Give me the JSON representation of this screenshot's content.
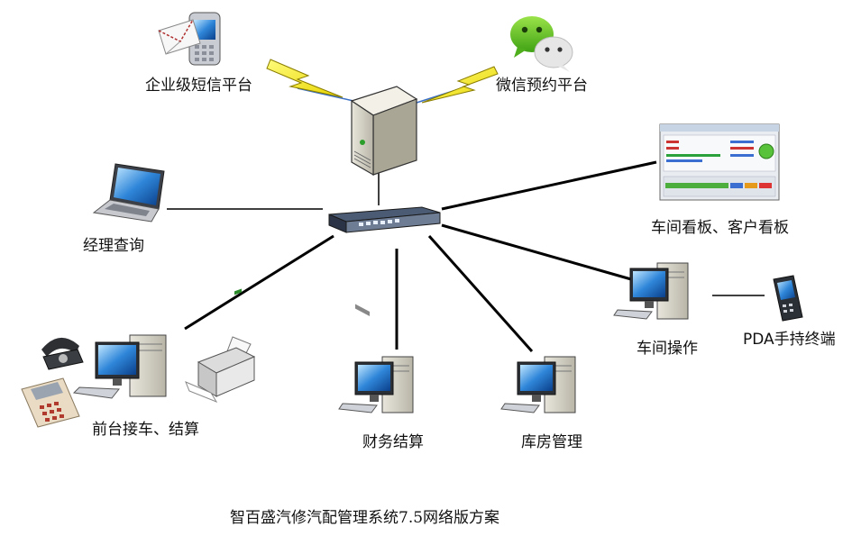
{
  "nodes": {
    "sms": "企业级短信平台",
    "wechat": "微信预约平台",
    "manager": "经理查询",
    "board": "车间看板、客户看板",
    "workshop": "车间操作",
    "pda": "PDA手持终端",
    "front": "前台接车、结算",
    "finance": "财务结算",
    "warehouse": "库房管理"
  },
  "caption": "智百盛汽修汽配管理系统7.5网络版方案"
}
